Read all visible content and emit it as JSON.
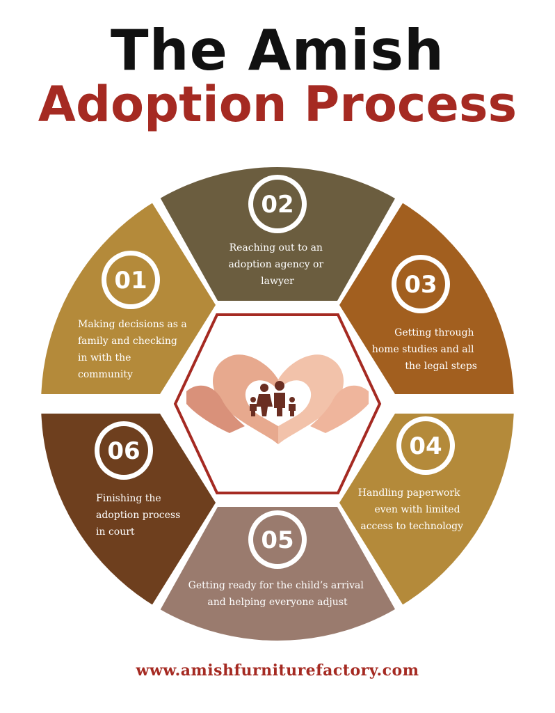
{
  "title": {
    "line1": "The Amish",
    "line2": "Adoption Process"
  },
  "colors": {
    "title_dark": "#111111",
    "accent_red": "#a52a22",
    "step01": "#b48a3a",
    "step02": "#6b5d3f",
    "step03": "#a25f1f",
    "step04": "#b48a3a",
    "step05": "#9a7b6e",
    "step06": "#6e3f1e"
  },
  "steps": [
    {
      "number": "01",
      "lines": [
        "Making decisions as a",
        "family and checking",
        "in with the",
        "community"
      ]
    },
    {
      "number": "02",
      "lines": [
        "Reaching out to an",
        "adoption agency or",
        "lawyer"
      ]
    },
    {
      "number": "03",
      "lines": [
        "Getting through",
        "home studies and all",
        "the legal steps"
      ]
    },
    {
      "number": "04",
      "lines": [
        "Handling paperwork",
        "even with limited",
        "access to technology"
      ]
    },
    {
      "number": "05",
      "lines": [
        "Getting ready for the child’s arrival",
        "and helping everyone adjust"
      ]
    },
    {
      "number": "06",
      "lines": [
        "Finishing the",
        "adoption process",
        "in court"
      ]
    }
  ],
  "center": {
    "icon": "heart-hands-family-icon"
  },
  "footer": {
    "url": "www.amishfurniturefactory.com"
  }
}
